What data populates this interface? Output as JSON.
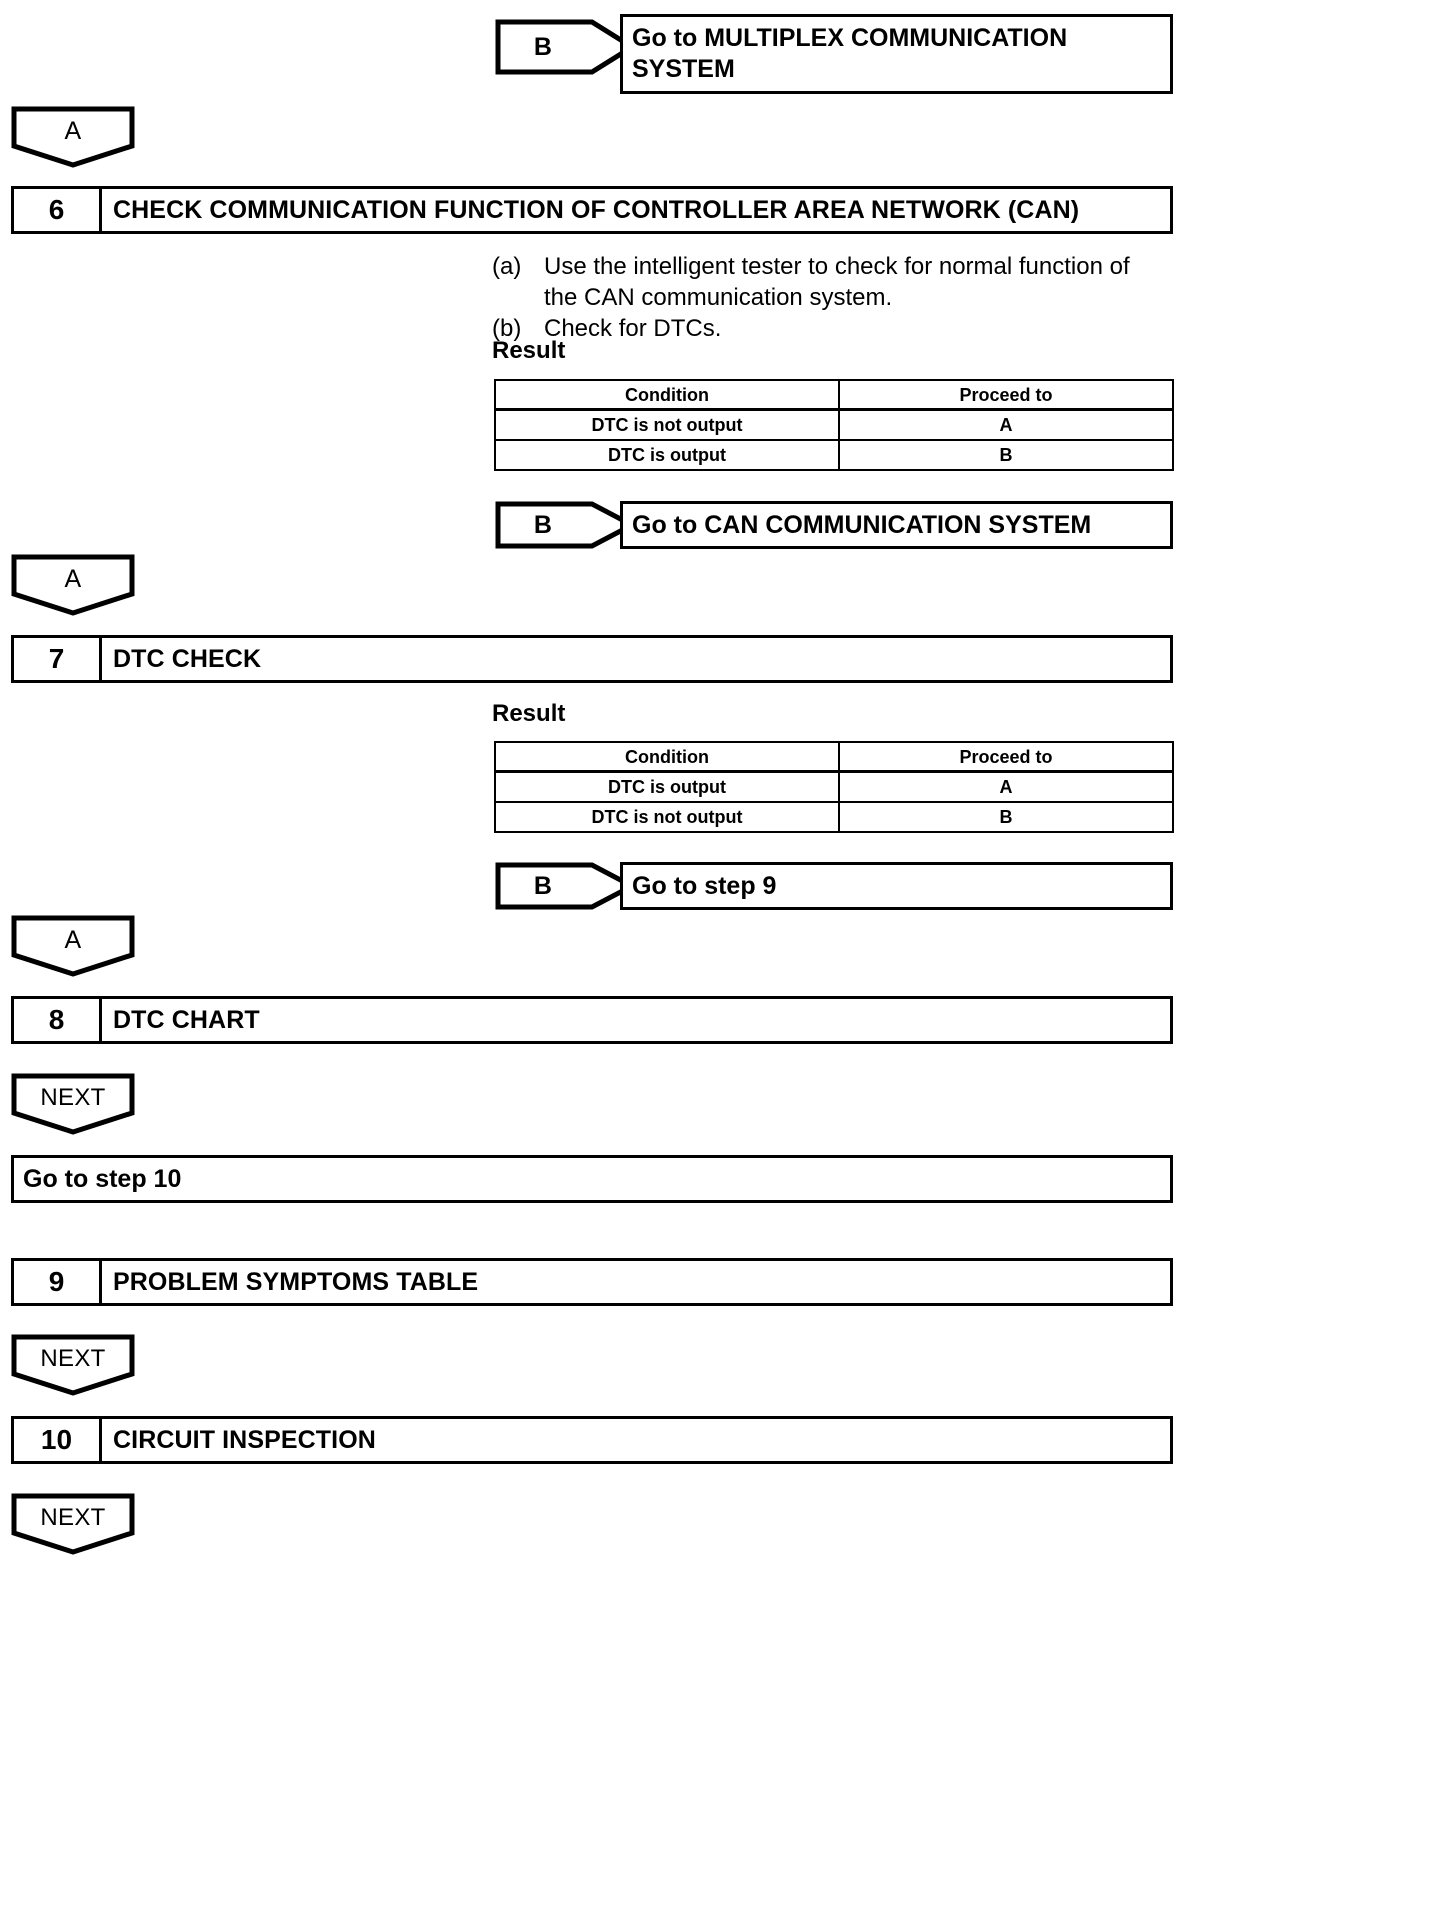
{
  "document": {
    "type": "troubleshooting-flowchart",
    "ink_color": "#000000",
    "background_color": "#ffffff"
  },
  "connectors": {
    "b_multiplex": {
      "label": "B"
    },
    "a_step6": {
      "label": "A"
    },
    "b_can": {
      "label": "B"
    },
    "a_step7": {
      "label": "A"
    },
    "b_step9": {
      "label": "B"
    },
    "a_step8": {
      "label": "A"
    },
    "next_after_8": {
      "label": "NEXT"
    },
    "next_after_9": {
      "label": "NEXT"
    },
    "next_after_10": {
      "label": "NEXT"
    }
  },
  "goto_boxes": {
    "multiplex": {
      "line1": "Go to MULTIPLEX COMMUNICATION",
      "line2": "SYSTEM"
    },
    "can": {
      "text": "Go to CAN COMMUNICATION SYSTEM"
    },
    "step9": {
      "text": "Go to step 9"
    },
    "step10": {
      "text": "Go to step 10"
    }
  },
  "steps": [
    {
      "number": "6",
      "title": "CHECK COMMUNICATION FUNCTION OF CONTROLLER AREA NETWORK (CAN)"
    },
    {
      "number": "7",
      "title": "DTC CHECK"
    },
    {
      "number": "8",
      "title": "DTC CHART"
    },
    {
      "number": "9",
      "title": "PROBLEM SYMPTOMS TABLE"
    },
    {
      "number": "10",
      "title": "CIRCUIT INSPECTION"
    }
  ],
  "step6": {
    "instructions": [
      {
        "marker": "(a)",
        "line1": "Use the intelligent tester to check for normal function of",
        "line2": "the CAN communication system."
      },
      {
        "marker": "(b)",
        "line1": "Check for DTCs.",
        "line2": ""
      }
    ],
    "result_label": "Result",
    "table": {
      "headers": [
        "Condition",
        "Proceed to"
      ],
      "rows": [
        [
          "DTC is not output",
          "A"
        ],
        [
          "DTC is output",
          "B"
        ]
      ]
    }
  },
  "step7": {
    "result_label": "Result",
    "table": {
      "headers": [
        "Condition",
        "Proceed to"
      ],
      "rows": [
        [
          "DTC is output",
          "A"
        ],
        [
          "DTC is not output",
          "B"
        ]
      ]
    }
  }
}
